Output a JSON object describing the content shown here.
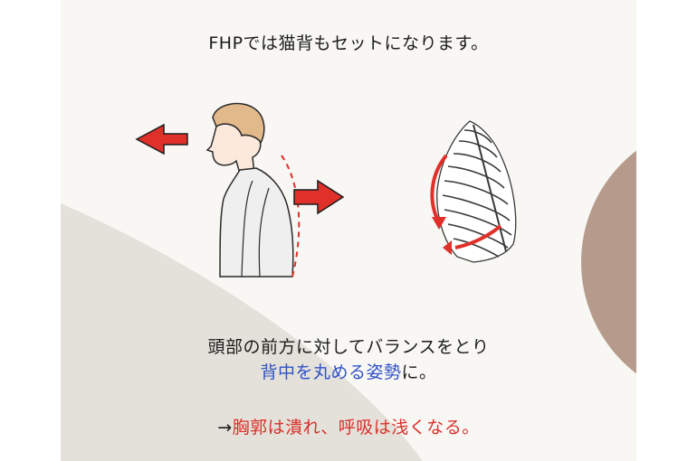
{
  "top_caption": "FHPでは猫背もセットになります。",
  "line1": "頭部の前方に対してバランスをとり",
  "line2_highlight": "背中を丸める姿勢",
  "line2_suffix": "に。",
  "line3_prefix": "→",
  "line3_highlight": "胸郭は潰れ、呼吸は浅くなる。",
  "icons": {
    "person": "person-slouching-illustration",
    "ribcage": "ribcage-illustration",
    "arrows": [
      "arrow-left-icon",
      "arrow-right-icon",
      "curved-arrow-icon"
    ]
  },
  "colors": {
    "accent_blue": "#2f52c6",
    "accent_red": "#d8312b",
    "arrow_red": "#e0302a",
    "bg_gray": "#e4e1da",
    "circle_brown": "#b69b8c"
  }
}
